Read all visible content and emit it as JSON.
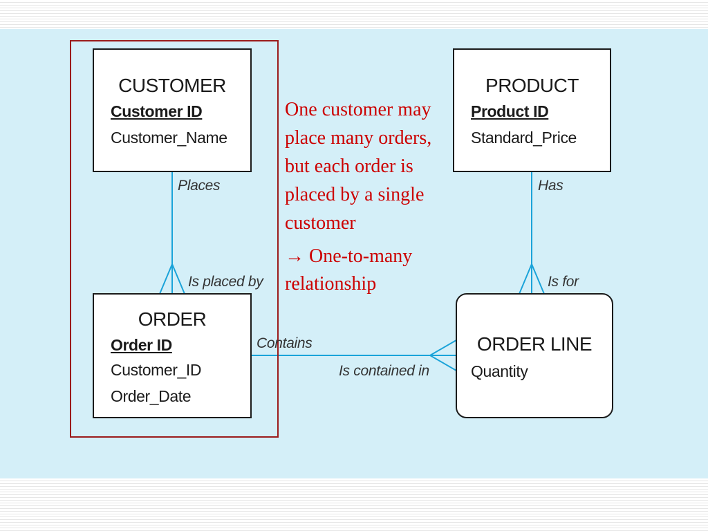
{
  "colors": {
    "panel_background": "#d4eff8",
    "relationship_line": "#1aa3d9",
    "highlight_border": "#9b1b1b",
    "note_text": "#cc0000"
  },
  "entities": {
    "customer": {
      "title": "CUSTOMER",
      "key": "Customer ID",
      "attributes": [
        "Customer_Name"
      ]
    },
    "product": {
      "title": "PRODUCT",
      "key": "Product ID",
      "attributes": [
        "Standard_Price"
      ]
    },
    "order": {
      "title": "ORDER",
      "key": "Order ID",
      "attributes": [
        "Customer_ID",
        "Order_Date"
      ]
    },
    "order_line": {
      "title": "ORDER LINE",
      "key": "",
      "attributes": [
        "Quantity"
      ]
    }
  },
  "relationships": {
    "customer_order": {
      "forward": "Places",
      "reverse": "Is placed by"
    },
    "product_order_line": {
      "forward": "Has",
      "reverse": "Is for"
    },
    "order_order_line": {
      "forward": "Contains",
      "reverse": "Is contained in"
    }
  },
  "note": {
    "explanation": "One customer may place many orders, but each order is placed by a single customer",
    "arrow": "→",
    "conclusion": "One-to-many relationship"
  }
}
